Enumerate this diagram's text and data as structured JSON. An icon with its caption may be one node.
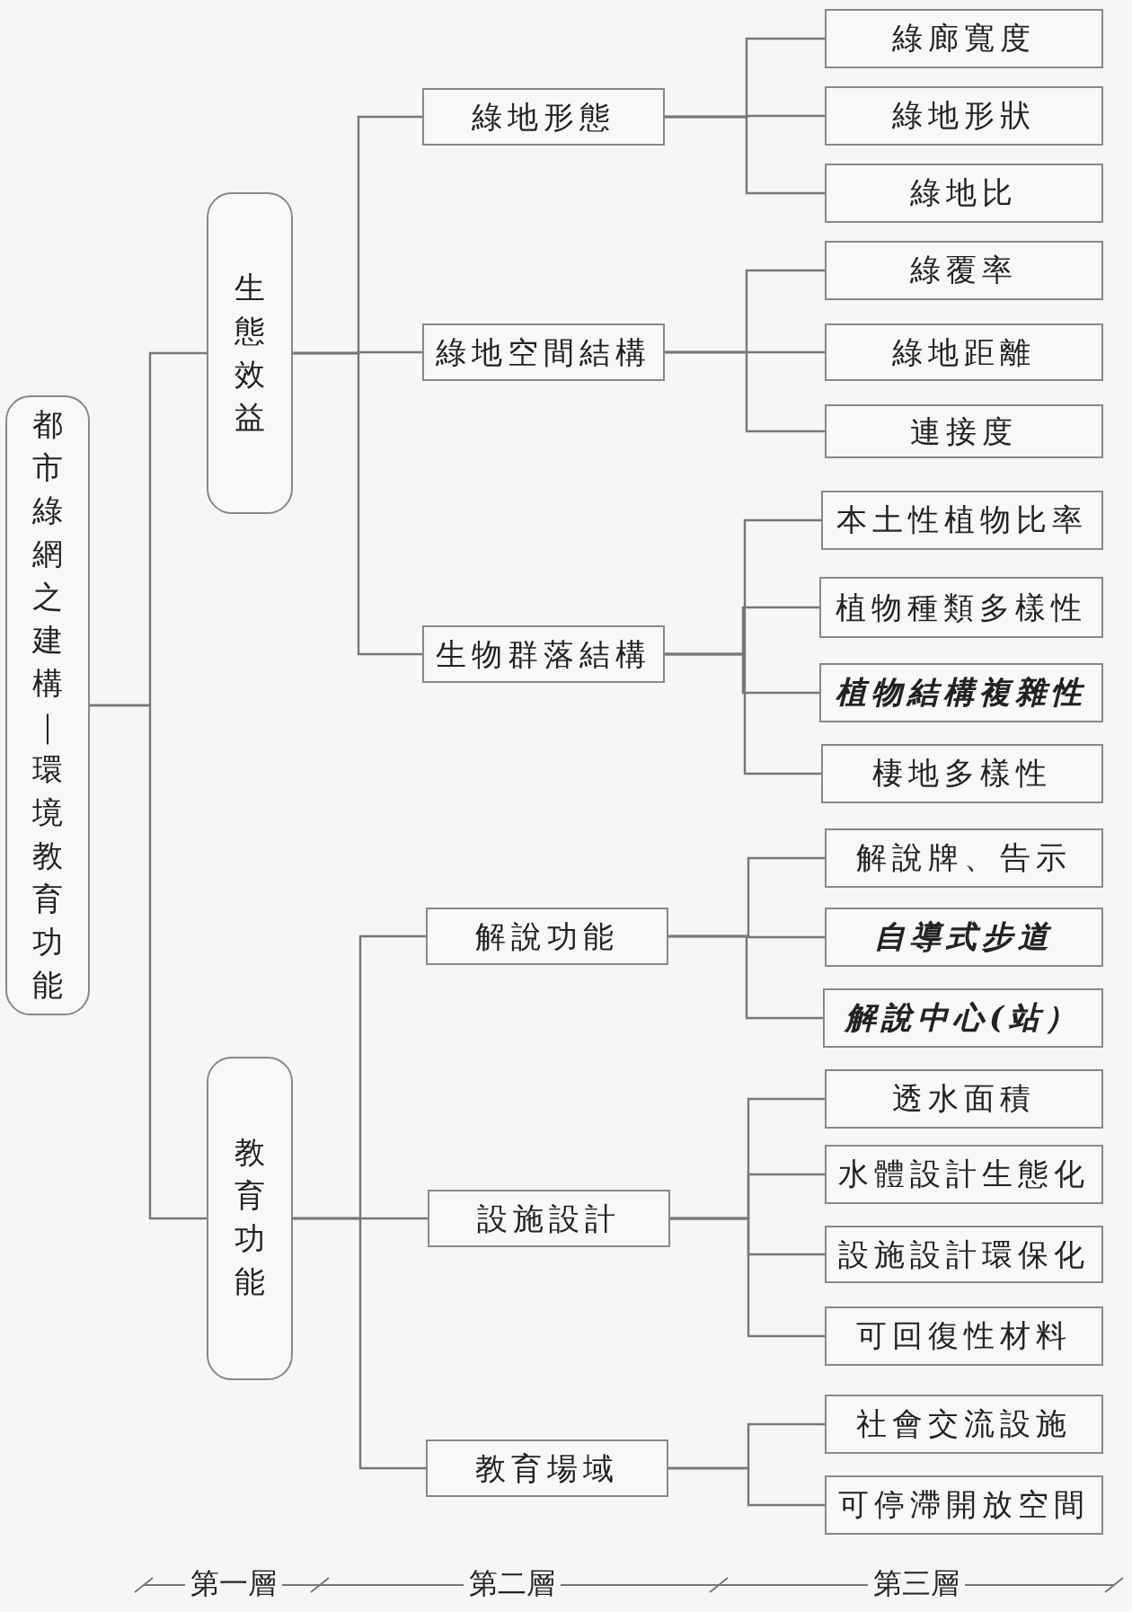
{
  "diagram": {
    "nodes": [
      {
        "text": [
          "都市綠網之建構｜環境教育功能"
        ]
      },
      {
        "text": [
          "生態效益"
        ]
      },
      {
        "text": [
          "綠地形態"
        ]
      },
      {
        "text": [
          "綠廊寬度"
        ]
      },
      {
        "text": [
          "綠地形狀"
        ]
      },
      {
        "text": [
          "綠地比"
        ]
      },
      {
        "text": [
          "綠地空間結構"
        ]
      },
      {
        "text": [
          "綠覆率"
        ]
      },
      {
        "text": [
          "綠地距離"
        ]
      },
      {
        "text": [
          "連接度"
        ]
      },
      {
        "text": [
          "生物群落結構"
        ]
      },
      {
        "text": [
          "本土性植物比率"
        ]
      },
      {
        "text": [
          "植物種類多樣性"
        ]
      },
      {
        "text": [
          "植物結構複雜性"
        ]
      },
      {
        "text": [
          "棲地多樣性"
        ]
      },
      {
        "text": [
          "教育功能"
        ]
      },
      {
        "text": [
          "解說功能"
        ]
      },
      {
        "text": [
          "解說牌、告示"
        ]
      },
      {
        "text": [
          "自導式步道"
        ]
      },
      {
        "text": [
          "解說中心(站）"
        ]
      },
      {
        "text": [
          "設施設計"
        ]
      },
      {
        "text": [
          "透水面積"
        ]
      },
      {
        "text": [
          "水體設計生態化"
        ]
      },
      {
        "text": [
          "設施設計環保化"
        ]
      },
      {
        "text": [
          "可回復性材料"
        ]
      },
      {
        "text": [
          "教育場域"
        ]
      },
      {
        "text": [
          "社會交流設施"
        ]
      },
      {
        "text": [
          "可停滯開放空間"
        ]
      }
    ],
    "edges": [
      {
        "from": 0,
        "to": 1,
        "arrow": "none"
      },
      {
        "from": 0,
        "to": 15,
        "arrow": "none"
      },
      {
        "from": 1,
        "to": 2,
        "arrow": "none"
      },
      {
        "from": 1,
        "to": 6,
        "arrow": "none"
      },
      {
        "from": 1,
        "to": 10,
        "arrow": "none"
      },
      {
        "from": 2,
        "to": 3,
        "arrow": "none"
      },
      {
        "from": 2,
        "to": 4,
        "arrow": "none"
      },
      {
        "from": 2,
        "to": 5,
        "arrow": "none"
      },
      {
        "from": 6,
        "to": 7,
        "arrow": "none"
      },
      {
        "from": 6,
        "to": 8,
        "arrow": "none"
      },
      {
        "from": 6,
        "to": 9,
        "arrow": "none"
      },
      {
        "from": 10,
        "to": 11,
        "arrow": "none"
      },
      {
        "from": 10,
        "to": 12,
        "arrow": "none"
      },
      {
        "from": 10,
        "to": 13,
        "arrow": "none"
      },
      {
        "from": 10,
        "to": 14,
        "arrow": "none"
      },
      {
        "from": 15,
        "to": 16,
        "arrow": "none"
      },
      {
        "from": 15,
        "to": 20,
        "arrow": "none"
      },
      {
        "from": 15,
        "to": 25,
        "arrow": "none"
      },
      {
        "from": 16,
        "to": 17,
        "arrow": "none"
      },
      {
        "from": 16,
        "to": 18,
        "arrow": "none"
      },
      {
        "from": 16,
        "to": 19,
        "arrow": "none"
      },
      {
        "from": 20,
        "to": 21,
        "arrow": "none"
      },
      {
        "from": 20,
        "to": 22,
        "arrow": "none"
      },
      {
        "from": 20,
        "to": 23,
        "arrow": "none"
      },
      {
        "from": 20,
        "to": 24,
        "arrow": "none"
      },
      {
        "from": 25,
        "to": 26,
        "arrow": "none"
      },
      {
        "from": 25,
        "to": 27,
        "arrow": "none"
      }
    ],
    "labels": [
      "第一層",
      "第二層",
      "第三層"
    ]
  }
}
